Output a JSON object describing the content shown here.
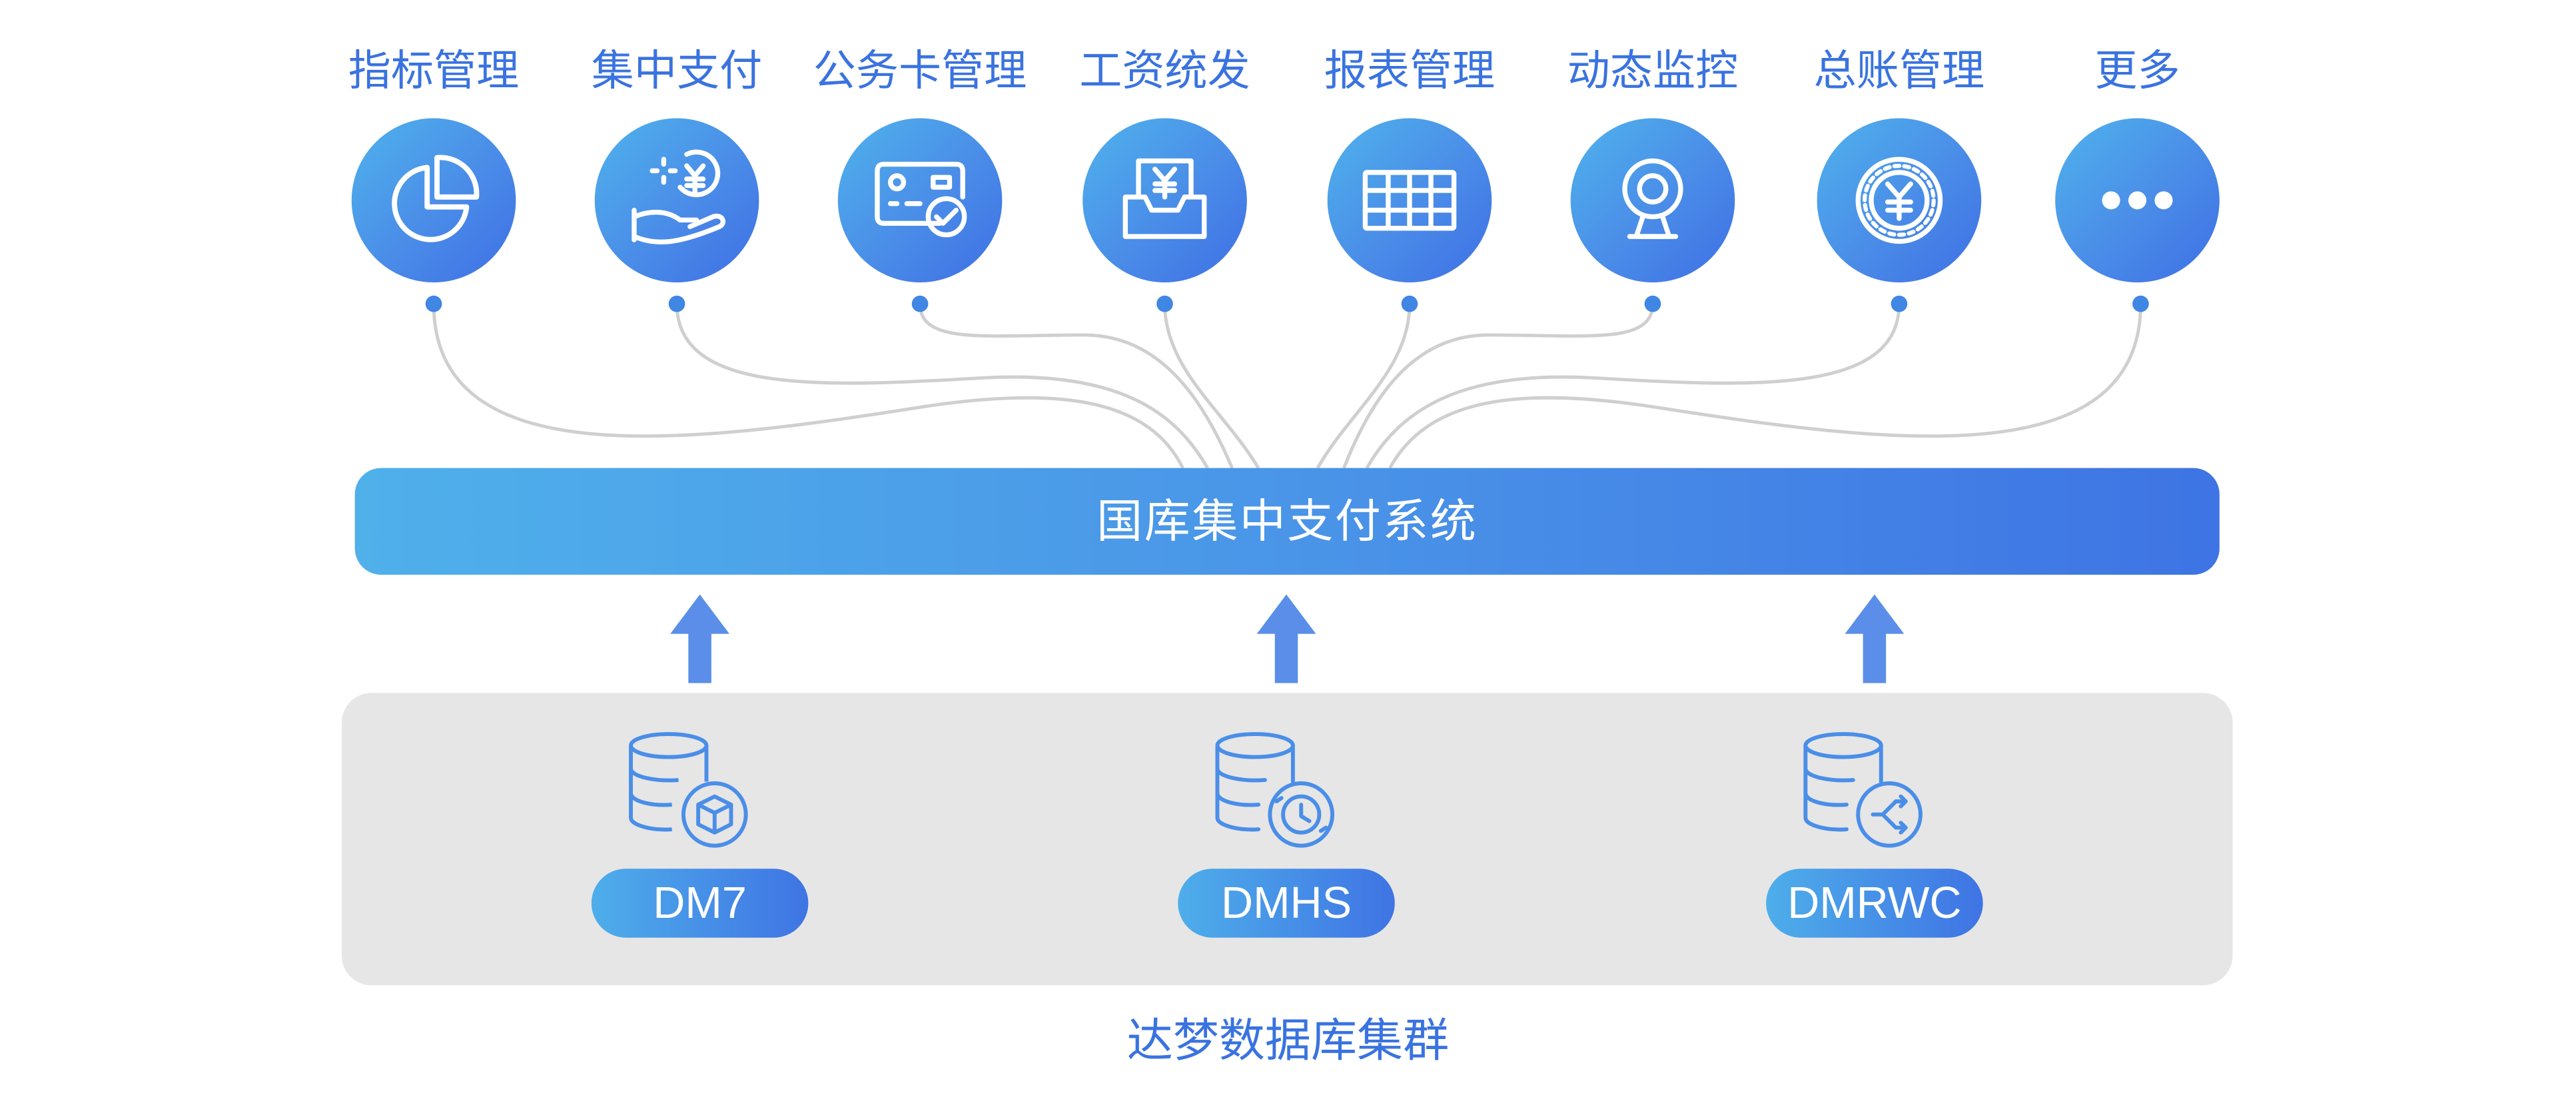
{
  "modules": [
    {
      "label": "指标管理",
      "icon": "pie-chart-icon"
    },
    {
      "label": "集中支付",
      "icon": "yen-hand-icon"
    },
    {
      "label": "公务卡管理",
      "icon": "card-check-icon"
    },
    {
      "label": "工资统发",
      "icon": "yen-tray-icon"
    },
    {
      "label": "报表管理",
      "icon": "table-grid-icon"
    },
    {
      "label": "动态监控",
      "icon": "webcam-icon"
    },
    {
      "label": "总账管理",
      "icon": "yen-coin-icon"
    },
    {
      "label": "更多",
      "icon": "more-dots-icon"
    }
  ],
  "system": {
    "title": "国库集中支付系统"
  },
  "cluster": {
    "caption": "达梦数据库集群",
    "nodes": [
      {
        "label": "DM7",
        "icon": "database-cube-icon"
      },
      {
        "label": "DMHS",
        "icon": "database-clock-icon"
      },
      {
        "label": "DMRWC",
        "icon": "database-share-icon"
      }
    ]
  },
  "colors": {
    "accent_text": "#3a73e0",
    "gradient_start": "#4fb3ec",
    "gradient_end": "#3e6fe4",
    "arrow": "#5a8ee8",
    "connector": "#cfcfcf",
    "panel": "#e6e6e6"
  }
}
